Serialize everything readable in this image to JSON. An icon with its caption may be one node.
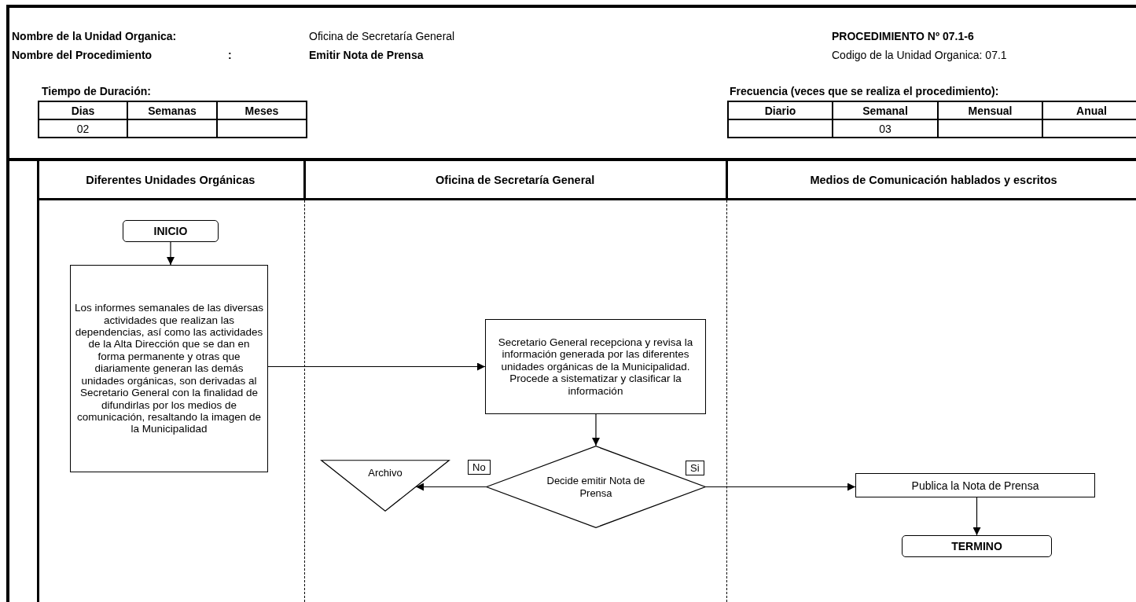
{
  "diagram": {
    "nodes": [
      {
        "text": [
          "Diferentes Unidades Orgánicas"
        ]
      },
      {
        "text": [
          "Oficina de Secretaría General"
        ]
      },
      {
        "text": [
          "Medios de Comunicación hablados y escritos"
        ]
      },
      {
        "text": [
          "INICIO"
        ],
        "in": 0
      },
      {
        "text": [
          "Los informes semanales de las diversas actividades que realizan las dependencias, así como las actividades de la Alta Dirección que se dan en forma permanente  y otras que diariamente generan las demás unidades orgánicas, son derivadas al Secretario General con la finalidad de difundirlas por los medios de comunicación, resaltando la imagen de la Municipalidad"
        ],
        "in": 0
      },
      {
        "text": [
          "Secretario General recepciona y revisa la información generada por las diferentes unidades orgánicas de la Municipalidad. Procede a sistematizar y clasificar la información"
        ],
        "in": 1
      },
      {
        "text": [
          "Archivo"
        ],
        "in": 1
      },
      {
        "text": [
          "Decide emitir Nota de Prensa"
        ],
        "in": 1
      },
      {
        "text": [
          "Publica la Nota de Prensa"
        ],
        "in": 2
      },
      {
        "text": [
          "TERMINO"
        ],
        "in": 2
      }
    ],
    "edges": [
      {
        "from": 3,
        "to": 4,
        "arrow": "to"
      },
      {
        "from": 4,
        "to": 5,
        "arrow": "to"
      },
      {
        "from": 5,
        "to": 7,
        "arrow": "to"
      },
      {
        "from": 7,
        "to": 6,
        "arrow": "to",
        "label": "No"
      },
      {
        "from": 7,
        "to": 8,
        "arrow": "to",
        "label": "Si"
      },
      {
        "from": 8,
        "to": 9,
        "arrow": "to"
      }
    ],
    "labels": [
      "Nombre de la Unidad Organica:",
      "Oficina de Secretaría General",
      "PROCEDIMIENTO Nº 07.1-6",
      "Nombre del Procedimiento",
      ":",
      "Emitir Nota de Prensa",
      "Codigo de la Unidad Organica: 07.1",
      "Tiempo de Duración:",
      "Frecuencia (veces que se realiza el procedimiento):",
      "Dias",
      "Semanas",
      "Meses",
      "Diario",
      "Semanal",
      "Mensual",
      "Anual",
      "02",
      "03"
    ]
  }
}
